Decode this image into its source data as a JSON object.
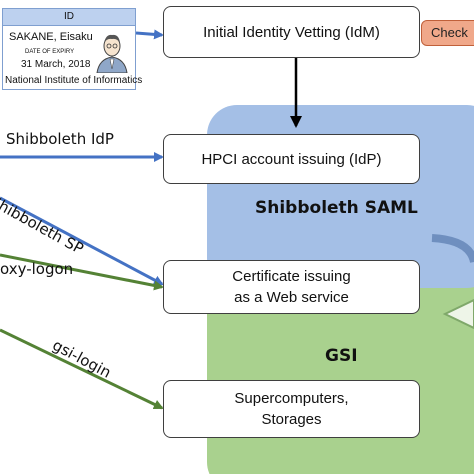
{
  "id_card": {
    "header": "ID",
    "name": "SAKANE, Eisaku",
    "expiry_label": "DATE OF EXPIRY",
    "expiry_date": "31 March, 2018",
    "institution": "National Institute of Informatics"
  },
  "boxes": {
    "idm": "Initial Identity Vetting (IdM)",
    "idp": "HPCI account issuing (IdP)",
    "cert_line1": "Certificate issuing",
    "cert_line2": "as a Web service",
    "super_line1": "Supercomputers,",
    "super_line2": "Storages"
  },
  "zones": {
    "saml": "Shibboleth SAML",
    "gsi": "GSI"
  },
  "arrow_labels": {
    "idp": "Shibboleth IdP",
    "sp": "Shibboleth SP",
    "proxy": "oxy-logon",
    "gsi": "gsi-login"
  },
  "check_label": "Check",
  "colors": {
    "saml_zone": "#a4bfe6",
    "gsi_zone": "#a9d18e",
    "blue_arrow": "#4472c4",
    "green_arrow": "#548235"
  }
}
